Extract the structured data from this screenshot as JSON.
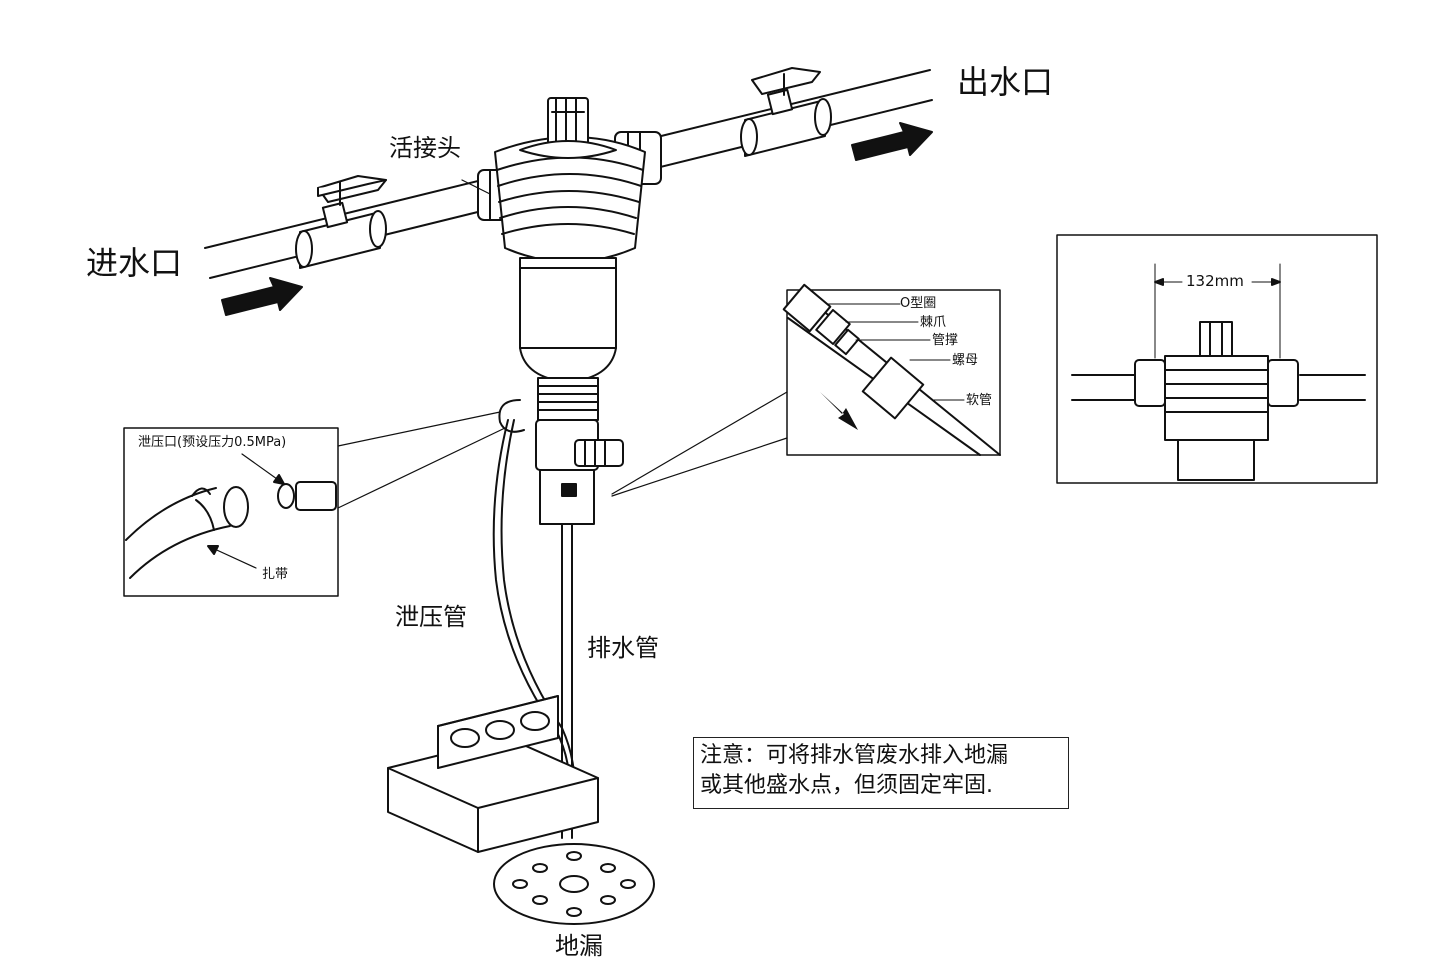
{
  "labels": {
    "inlet": "进水口",
    "outlet": "出水口",
    "union": "活接头",
    "relief_pipe": "泄压管",
    "drain_pipe": "排水管",
    "floor_drain": "地漏"
  },
  "relief_inset": {
    "port_label": "泄压口(预设压力0.5MPa)",
    "tie_label": "扎带"
  },
  "fitting_inset": {
    "parts": [
      "O型圈",
      "棘爪",
      "管撑",
      "螺母",
      "软管"
    ]
  },
  "dimension_inset": {
    "width": "132mm"
  },
  "note": {
    "line1": "注意：可将排水管废水排入地漏",
    "line2": "或其他盛水点，但须固定牢固."
  }
}
